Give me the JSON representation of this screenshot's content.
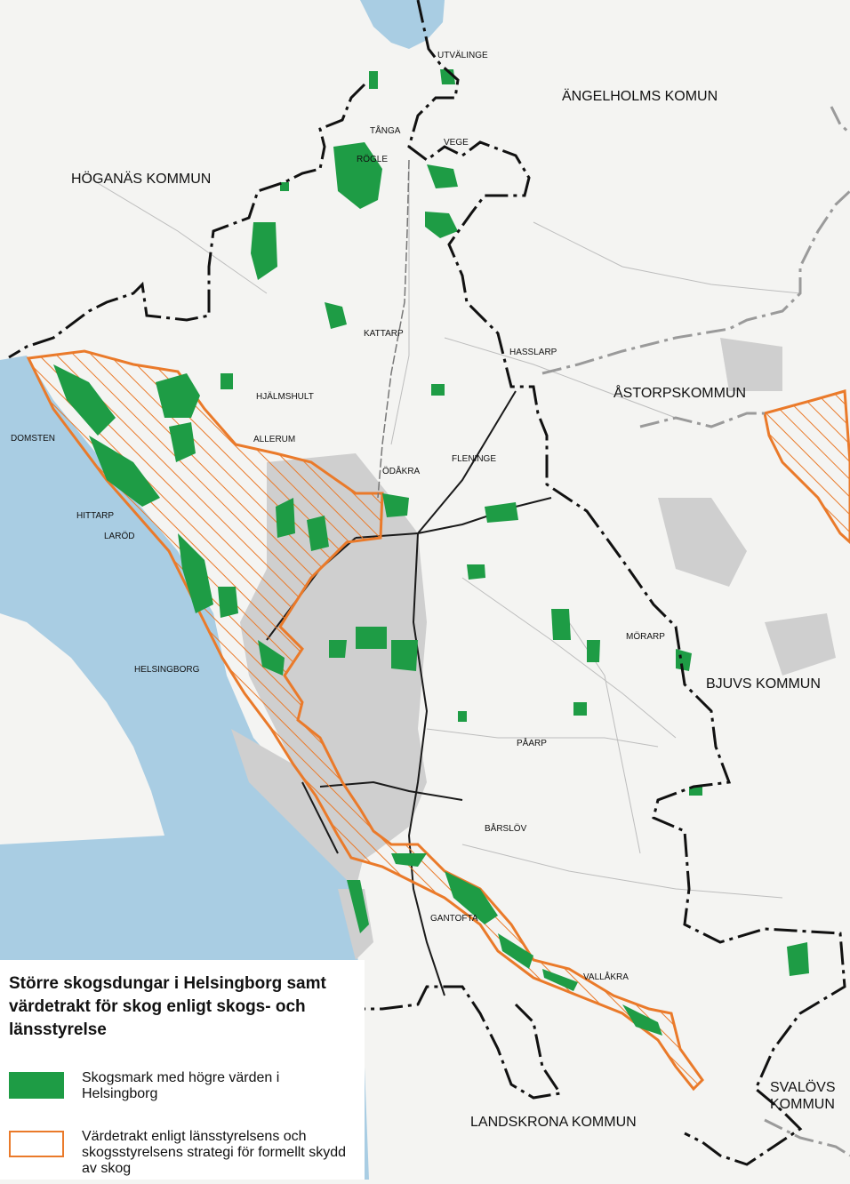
{
  "map": {
    "title": "Större skogsdungar i Helsingborg samt värdetrakt för skog enligt skogs- och länsstyrelse",
    "municipalities": {
      "hoganas": "HÖGANÄS KOMMUN",
      "angelholm": "ÄNGELHOLMS KOMUN",
      "astorp": "ÅSTORPSKOMMUN",
      "bjuv": "BJUVS KOMMUN",
      "svalov": "SVALÖVS\nKOMMUN",
      "landskrona": "LANDSKRONA KOMMUN"
    },
    "places": {
      "utvalinge": "UTVÄLINGE",
      "tanga": "TÅNGA",
      "rogle": "RÖGLE",
      "vege": "VEGE",
      "kattarp": "KATTARP",
      "hasslarp": "HASSLARP",
      "hjalmshult": "HJÄLMSHULT",
      "domsten": "DOMSTEN",
      "allerum": "ALLERUM",
      "odakra": "ÖDÅKRA",
      "fleninge": "FLENINGE",
      "hittarp": "HITTARP",
      "larod": "LARÖD",
      "morarp": "MÖRARP",
      "helsingborg": "HELSINGBORG",
      "paarp": "PÅARP",
      "barslov": "BÅRSLÖV",
      "gantofta": "GANTOFTA",
      "vallakra": "VALLÅKRA"
    },
    "colors": {
      "sea": "#a9cde3",
      "land": "#f4f4f2",
      "urban": "#cfcfcf",
      "forest": "#1e9c45",
      "value_area": "#ea7a2a",
      "border": "#111111",
      "neighbour_border": "#9a9a9a",
      "roads": "#1a1a1a"
    }
  },
  "legend": {
    "items": [
      {
        "label": "Skogsmark med högre värden i Helsingborg",
        "symbol": "green-fill"
      },
      {
        "label": "Värdetrakt enligt länsstyrelsens och skogsstyrelsens strategi för formellt skydd av skog",
        "symbol": "orange-outline"
      }
    ]
  }
}
